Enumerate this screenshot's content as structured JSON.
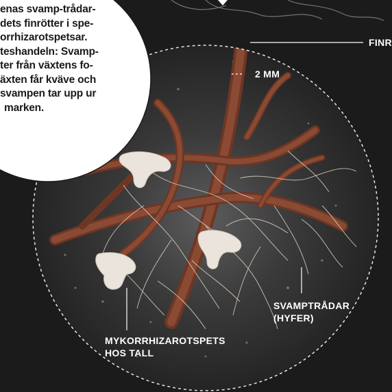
{
  "colors": {
    "background": "#1b1b1b",
    "roots": "#7a3e2a",
    "hyphae": "#e9dccb",
    "mycorrhiza_tips": "#eae4dc",
    "bubble": "#ffffff",
    "text_dark": "#1a1a1a",
    "text_light": "#ffffff"
  },
  "callout": {
    "lines": [
      "enas svamp-trådar-",
      "dets finrötter i spe-",
      "orrhizarotspetsar.",
      "teshandeln: Svamp-",
      "ter från växtens fo-",
      "äxten får kväve och",
      "svampen tar upp ur",
      "marken."
    ]
  },
  "labels": {
    "finrot": "FINR",
    "scale": "2 MM",
    "hyphae_line1": "SVAMPTRÅDAR",
    "hyphae_line2": "(HYFER)",
    "tip_line1": "MYKORRHIZAROTSPETS",
    "tip_line2": "HOS TALL"
  }
}
